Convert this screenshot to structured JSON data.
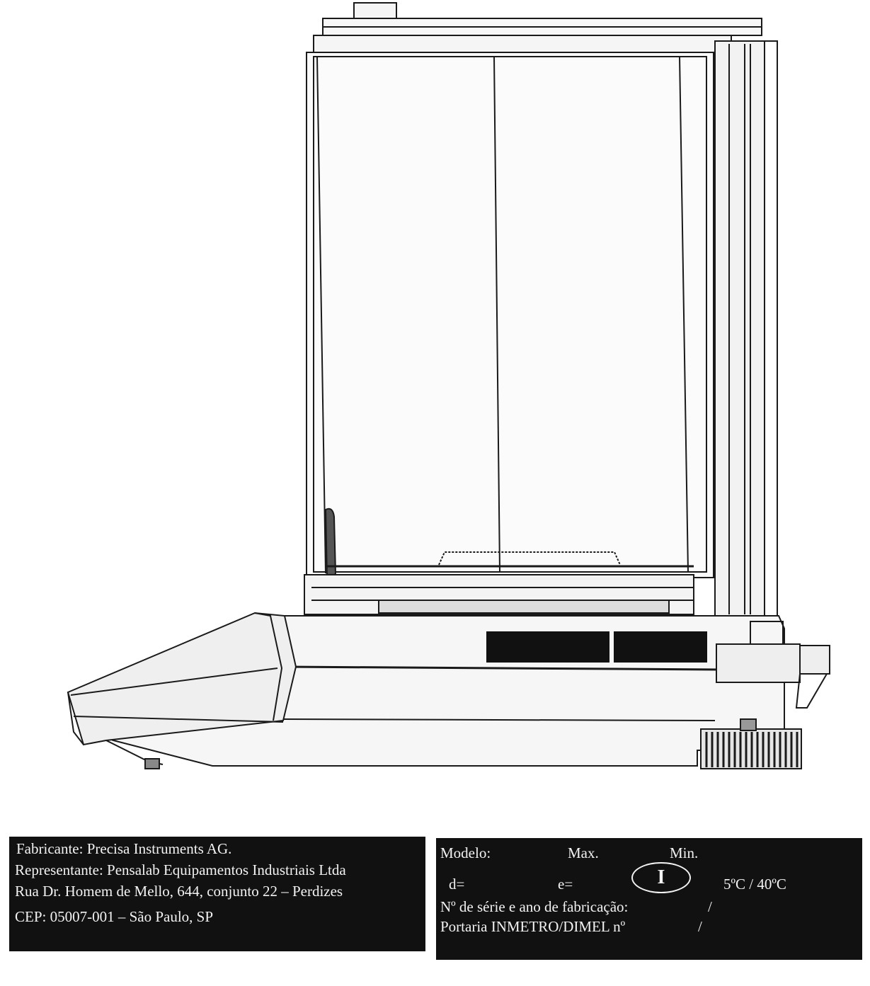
{
  "left_plate": {
    "manufacturer": "Fabricante: Precisa Instruments AG.",
    "representative": "Representante: Pensalab Equipamentos Industriais Ltda",
    "address": "Rua Dr. Homem de Mello, 644, conjunto 22 – Perdizes",
    "postal": "CEP: 05007-001 – São Paulo, SP"
  },
  "right_plate": {
    "model": "Modelo:",
    "max": "Max.",
    "min": "Min.",
    "d": "d=",
    "e": "e=",
    "accuracy_class": "I",
    "temperature": "5ºC / 40ºC",
    "serial": "Nº de série e ano de fabricação:",
    "serial_sep": "/",
    "portaria": "Portaria INMETRO/DIMEL nº",
    "portaria_sep": "/"
  }
}
